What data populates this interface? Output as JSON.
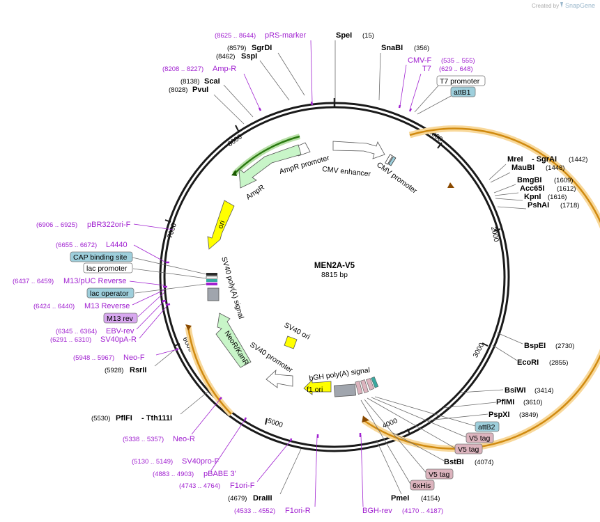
{
  "watermark": {
    "prefix": "Created by",
    "brand": "SnapGene"
  },
  "plasmid": {
    "name": "MEN2A-V5",
    "size": "8815 bp"
  },
  "ticks": [
    "1000",
    "2000",
    "3000",
    "4000",
    "5000",
    "6000",
    "7000",
    "8000"
  ],
  "enzymes": {
    "SpeI": "SpeI",
    "SpeI_pos": "(15)",
    "SnaBI": "SnaBI",
    "SnaBI_pos": "(356)",
    "SgrDI": "SgrDI",
    "SgrDI_pos": "(8579)",
    "SspI": "SspI",
    "SspI_pos": "(8462)",
    "ScaI": "ScaI",
    "ScaI_pos": "(8138)",
    "PvuI": "PvuI",
    "PvuI_pos": "(8028)",
    "MreI": "MreI",
    "SgrAI": "- SgrAI",
    "MreI_pos": "(1442)",
    "MauBI": "MauBI",
    "MauBI_pos": "(1448)",
    "BmgBI": "BmgBI",
    "BmgBI_pos": "(1609)",
    "Acc65I": "Acc65I",
    "Acc65I_pos": "(1612)",
    "KpnI": "KpnI",
    "KpnI_pos": "(1616)",
    "PshAI": "PshAI",
    "PshAI_pos": "(1718)",
    "BspEI": "BspEI",
    "BspEI_pos": "(2730)",
    "EcoRI": "EcoRI",
    "EcoRI_pos": "(2855)",
    "BsiWI": "BsiWI",
    "BsiWI_pos": "(3414)",
    "PflMI": "PflMI",
    "PflMI_pos": "(3610)",
    "PspXI": "PspXI",
    "PspXI_pos": "(3849)",
    "BstBI": "BstBI",
    "BstBI_pos": "(4074)",
    "PmeI": "PmeI",
    "PmeI_pos": "(4154)",
    "DraIII": "DraIII",
    "DraIII_pos": "(4679)",
    "PflFI": "PflFI",
    "Tth111I": "- Tth111I",
    "PflFI_pos": "(5530)",
    "RsrII": "RsrII",
    "RsrII_pos": "(5928)"
  },
  "primers": {
    "pRS": "pRS-marker",
    "pRS_pos": "(8625 .. 8644)",
    "AmpR": "Amp-R",
    "AmpR_pos": "(8208 .. 8227)",
    "CMVF": "CMV-F",
    "CMVF_pos": "(535 .. 555)",
    "T7": "T7",
    "T7_pos": "(629 .. 648)",
    "pBR": "pBR322ori-F",
    "pBR_pos": "(6906 .. 6925)",
    "L4440": "L4440",
    "L4440_pos": "(6655 .. 6672)",
    "M13pUC": "M13/pUC Reverse",
    "M13pUC_pos": "(6437 .. 6459)",
    "M13Rev": "M13 Reverse",
    "M13Rev_pos": "(6424 .. 6440)",
    "EBV": "EBV-rev",
    "EBV_pos": "(6345 .. 6364)",
    "SV40pAR": "SV40pA-R",
    "SV40pAR_pos": "(6291 .. 6310)",
    "NeoF": "Neo-F",
    "NeoF_pos": "(5948 .. 5967)",
    "NeoR": "Neo-R",
    "NeoR_pos": "(5338 .. 5357)",
    "SV40pro": "SV40pro-F",
    "SV40pro_pos": "(5130 .. 5149)",
    "pBABE": "pBABE 3'",
    "pBABE_pos": "(4883 .. 4903)",
    "F1R": "F1ori-F",
    "F1R_pos": "(4743 .. 4764)",
    "F1oriR": "F1ori-R",
    "F1oriR_pos": "(4533 .. 4552)",
    "BGH": "BGH-rev",
    "BGH_pos": "(4170 .. 4187)"
  },
  "boxed_features": {
    "T7prom": "T7 promoter",
    "attB1": "attB1",
    "attB2": "attB2",
    "V5a": "V5 tag",
    "V5b": "V5 tag",
    "V5c": "V5 tag",
    "his": "6xHis",
    "CAP": "CAP binding site",
    "lacprom": "lac promoter",
    "lacop": "lac operator",
    "M13rev": "M13 rev"
  },
  "features": {
    "AmpRprom": "AmpR promoter",
    "AmpR": "AmpR",
    "CMVenh": "CMV enhancer",
    "CMVprom": "CMV promoter",
    "ori": "ori",
    "SV40pA": "SV40 poly(A) signal",
    "SV40ori": "SV40 ori",
    "NeoKan": "NeoR/KanR",
    "SV40prom": "SV40 promoter",
    "bGH": "bGH poly(A) signal",
    "f1ori": "f1 ori"
  },
  "colors": {
    "backbone": "#1a1a1a",
    "primer": "#a020d0",
    "orf_orange": "#f0a020",
    "orf_glow": "#f8d89a",
    "ampr_green": "#c8f5c8",
    "ori_yellow": "#ffff00",
    "attB_blue": "#9ecfdc",
    "tag_pink": "#dcb4be",
    "cap_blue": "#9ecfdc",
    "lacop_blue": "#9ecfdc",
    "m13_purple": "#d8a8f0"
  }
}
